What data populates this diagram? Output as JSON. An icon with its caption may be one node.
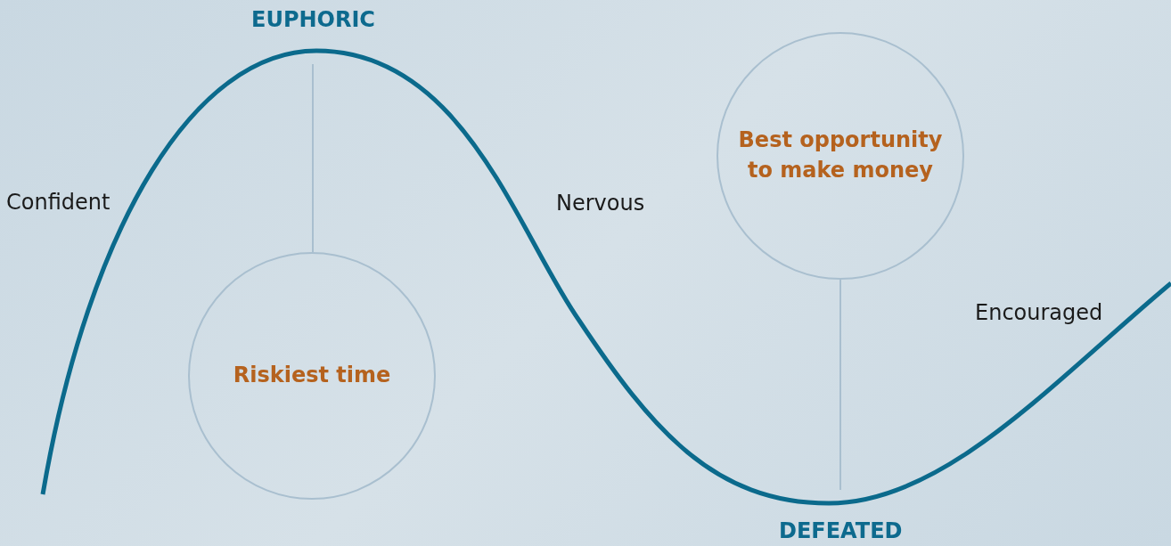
{
  "diagram": {
    "nodes": [
      {
        "text": [
          "Riskiest time"
        ]
      },
      {
        "text": [
          "Best opportunity to make money"
        ]
      }
    ],
    "edges": [
      {
        "from": 0,
        "to": null,
        "arrow": "none"
      },
      {
        "from": 1,
        "to": null,
        "arrow": "none"
      }
    ],
    "labels": [
      "EUPHORIC",
      "Confident",
      "Nervous",
      "Encouraged",
      "DEFEATED"
    ]
  }
}
